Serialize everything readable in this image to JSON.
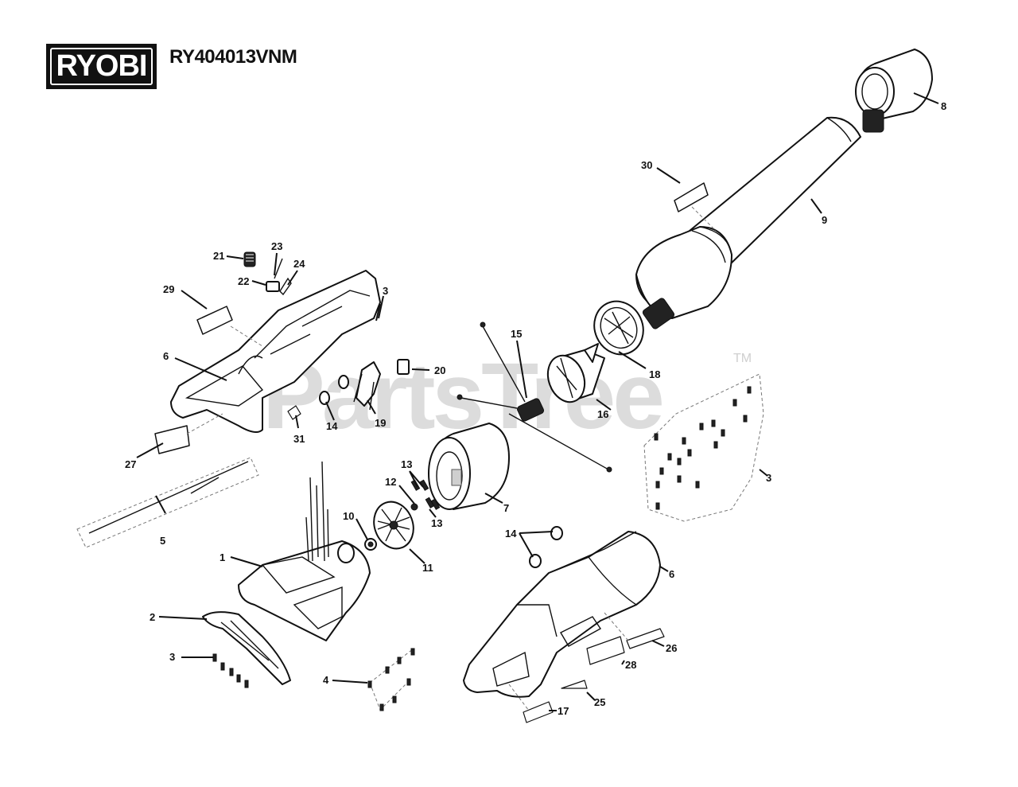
{
  "brand": {
    "logo_text": "RYOBI"
  },
  "model_number": "RY404013VNM",
  "watermark": {
    "text": "PartsTree",
    "tm": "TM"
  },
  "callouts": {
    "c1": "1",
    "c2": "2",
    "c3a": "3",
    "c3b": "3",
    "c3c": "3",
    "c4": "4",
    "c5": "5",
    "c6a": "6",
    "c6b": "6",
    "c7": "7",
    "c8": "8",
    "c9": "9",
    "c10": "10",
    "c11": "11",
    "c12": "12",
    "c13a": "13",
    "c13b": "13",
    "c14a": "14",
    "c14b": "14",
    "c15": "15",
    "c16": "16",
    "c17": "17",
    "c18": "18",
    "c19": "19",
    "c20": "20",
    "c21": "21",
    "c22": "22",
    "c23": "23",
    "c24": "24",
    "c25": "25",
    "c26": "26",
    "c27": "27",
    "c28": "28",
    "c29": "29",
    "c30": "30",
    "c31": "31"
  }
}
